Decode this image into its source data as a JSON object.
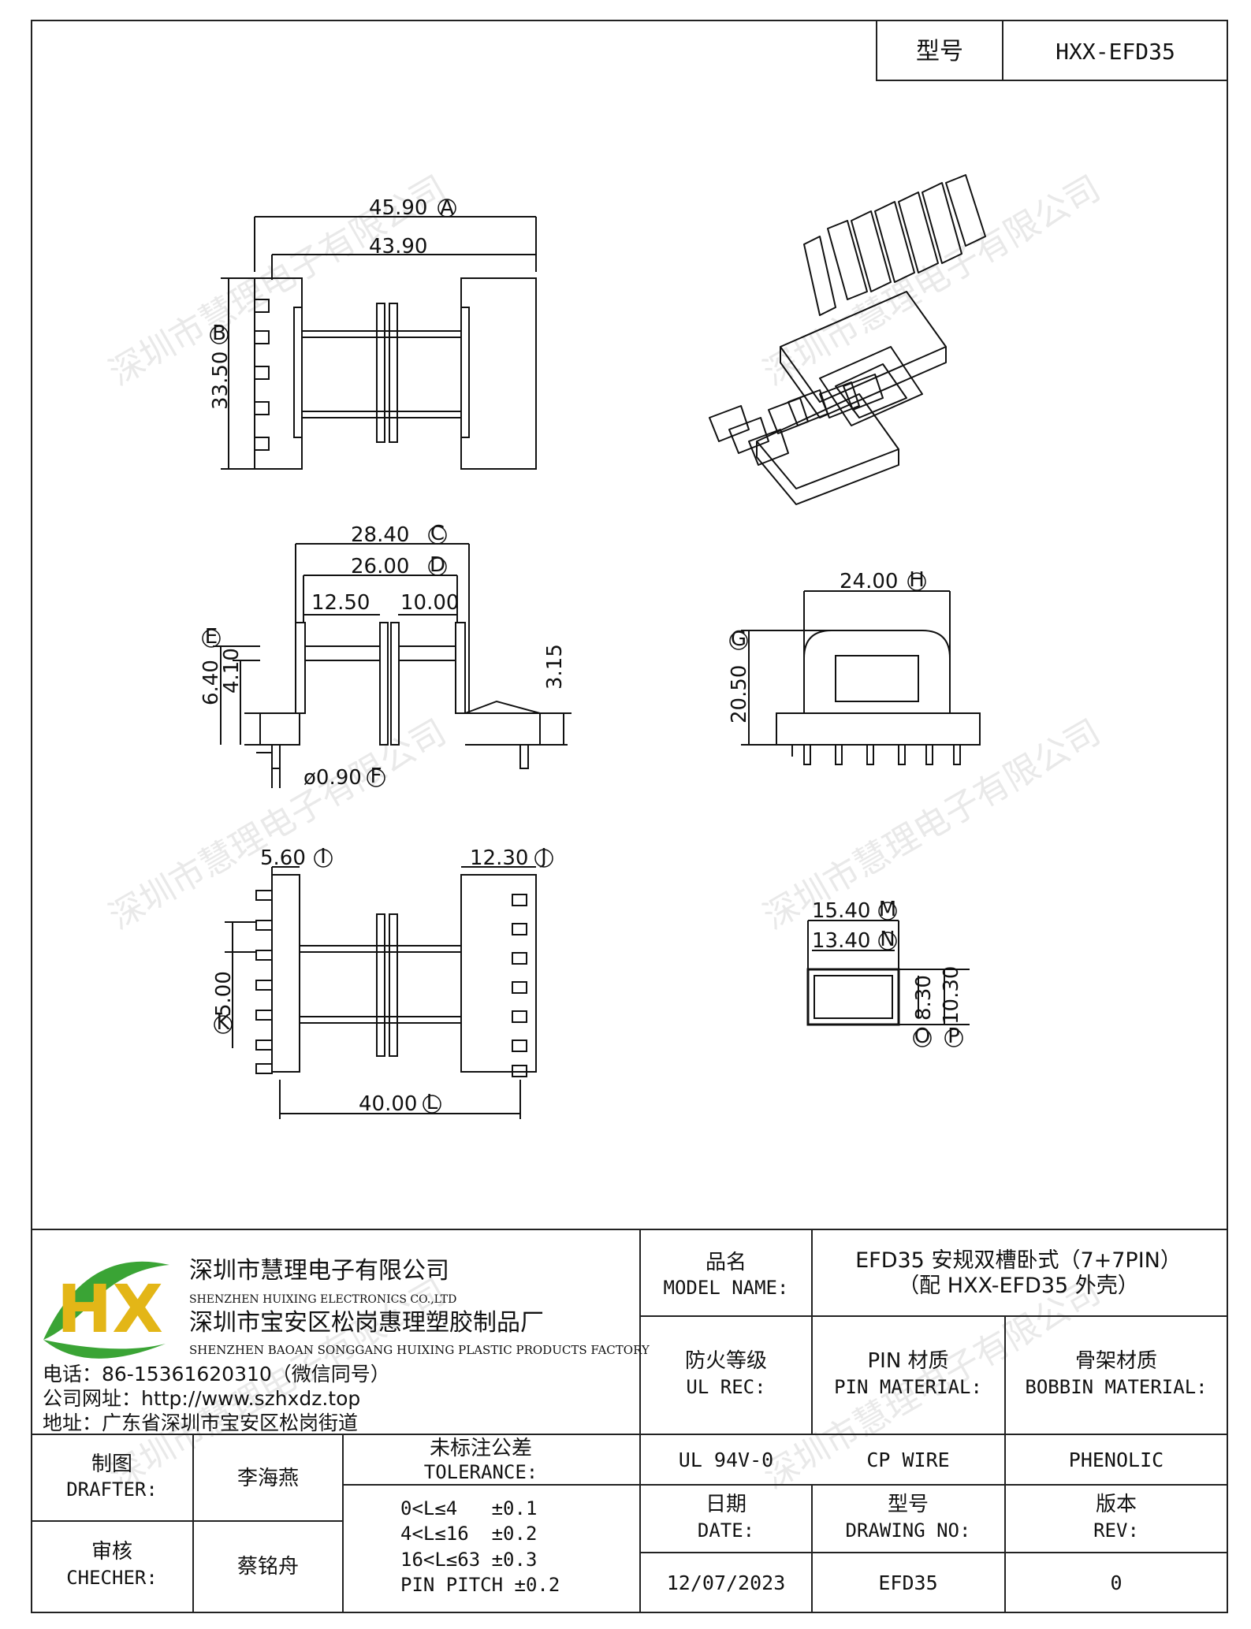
{
  "header": {
    "model_label": "型号",
    "model_value": "HXX-EFD35"
  },
  "watermark": "深圳市慧理电子有限公司",
  "drawing": {
    "top_view": {
      "dim_a": "45.90",
      "dim_a_tag": "A",
      "dim_inner": "43.90",
      "dim_b": "33.50",
      "dim_b_tag": "B"
    },
    "front_view": {
      "dim_c": "28.40",
      "dim_c_tag": "C",
      "dim_d": "26.00",
      "dim_d_tag": "D",
      "dim_slot1": "12.50",
      "dim_slot2": "10.00",
      "dim_e": "6.40",
      "dim_e_tag": "E",
      "dim_4": "4.10",
      "dim_315": "3.15",
      "dim_f": "ø0.90",
      "dim_f_tag": "F"
    },
    "side_view": {
      "dim_h": "24.00",
      "dim_h_tag": "H",
      "dim_g": "20.50",
      "dim_g_tag": "G"
    },
    "bottom_view": {
      "dim_i": "5.60",
      "dim_i_tag": "I",
      "dim_j": "12.30",
      "dim_j_tag": "J",
      "dim_k": "5.00",
      "dim_k_tag": "K",
      "dim_l": "40.00",
      "dim_l_tag": "L"
    },
    "section_view": {
      "dim_m": "15.40",
      "dim_m_tag": "M",
      "dim_n": "13.40",
      "dim_n_tag": "N",
      "dim_o": "8.30",
      "dim_o_tag": "O",
      "dim_p": "10.30",
      "dim_p_tag": "P"
    }
  },
  "company": {
    "logo_text": "HX",
    "name_cn": "深圳市慧理电子有限公司",
    "name_en": "SHENZHEN HUIXING ELECTRONICS CO.,LTD",
    "factory_cn": "深圳市宝安区松岗惠理塑胶制品厂",
    "factory_en": "SHENZHEN BAOAN SONGGANG HUIXING PLASTIC PRODUCTS FACTORY",
    "phone": "电话：86-15361620310（微信同号）",
    "website": "公司网址：http://www.szhxdz.top",
    "address": "地址：广东省深圳市宝安区松岗街道"
  },
  "titleblock": {
    "model_name_cn": "品名",
    "model_name_en": "MODEL NAME:",
    "model_name_value1": "EFD35 安规双槽卧式（7+7PIN）",
    "model_name_value2": "（配 HXX-EFD35 外壳）",
    "ul_cn": "防火等级",
    "ul_en": "UL REC:",
    "pin_cn": "PIN 材质",
    "pin_en": "PIN MATERIAL:",
    "bobbin_cn": "骨架材质",
    "bobbin_en": "BOBBIN MATERIAL:",
    "ul_value": "UL 94V-0",
    "pin_value": "CP WIRE",
    "bobbin_value": "PHENOLIC",
    "date_cn": "日期",
    "date_en": "DATE:",
    "drawing_no_cn": "型号",
    "drawing_no_en": "DRAWING NO:",
    "rev_cn": "版本",
    "rev_en": "REV:",
    "date_value": "12/07/2023",
    "drawing_no_value": "EFD35",
    "rev_value": "0",
    "drafter_cn": "制图",
    "drafter_en": "DRAFTER:",
    "drafter_value": "李海燕",
    "checker_cn": "审核",
    "checker_en": "CHECHER:",
    "checker_value": "蔡铭舟",
    "tolerance_cn": "未标注公差",
    "tolerance_en": "TOLERANCE:",
    "tol_1": "0<L≤4   ±0.1",
    "tol_2": "4<L≤16  ±0.2",
    "tol_3": "16<L≤63 ±0.3",
    "tol_4": "PIN PITCH ±0.2"
  }
}
